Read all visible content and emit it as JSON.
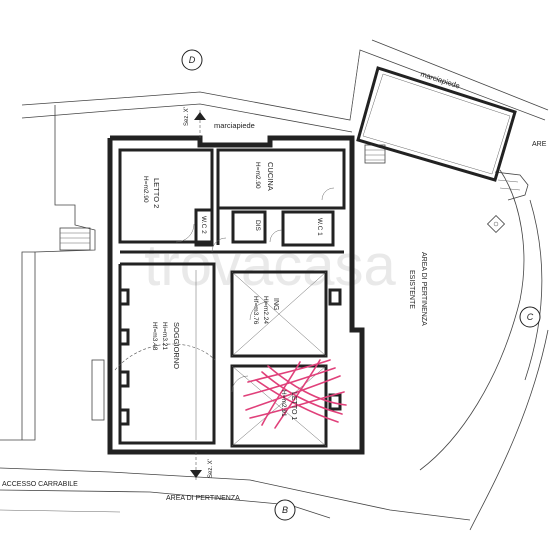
{
  "labels": {
    "marciapiede_top": "marciapiede",
    "marciapiede_main": "marciapiede",
    "area_right_top": "ARE",
    "area_pertinenza_esistente_1": "AREA DI PERTINENZA",
    "area_pertinenza_esistente_2": "ESISTENTE",
    "area_pertinenza_bottom": "AREA DI PERTINENZA",
    "accesso_carrabile": "ACCESSO CARRABILE",
    "section_top": "Sez. X'",
    "section_bottom": "Sez. X'"
  },
  "rooms": {
    "letto2": {
      "name": "LETTO 2",
      "height": "H=m2.90"
    },
    "cucina": {
      "name": "CUCINA",
      "height": "H=m2.90"
    },
    "wc2": {
      "name": "W.C 2"
    },
    "dis": {
      "name": "DIS"
    },
    "wc1": {
      "name": "W.C 1"
    },
    "ing": {
      "name": "ING",
      "height1": "Hi=m2.24",
      "height2": "Hf=m3.76"
    },
    "soggiorno": {
      "name": "SOGGIORNO",
      "height1": "Hi=m3.21",
      "height2": "Hf=m3.48"
    },
    "letto1": {
      "name": "LETTO 1",
      "height": "H=m2.91"
    }
  },
  "circle_markers": [
    "D",
    "C",
    "B"
  ],
  "watermark": "trovacasa"
}
